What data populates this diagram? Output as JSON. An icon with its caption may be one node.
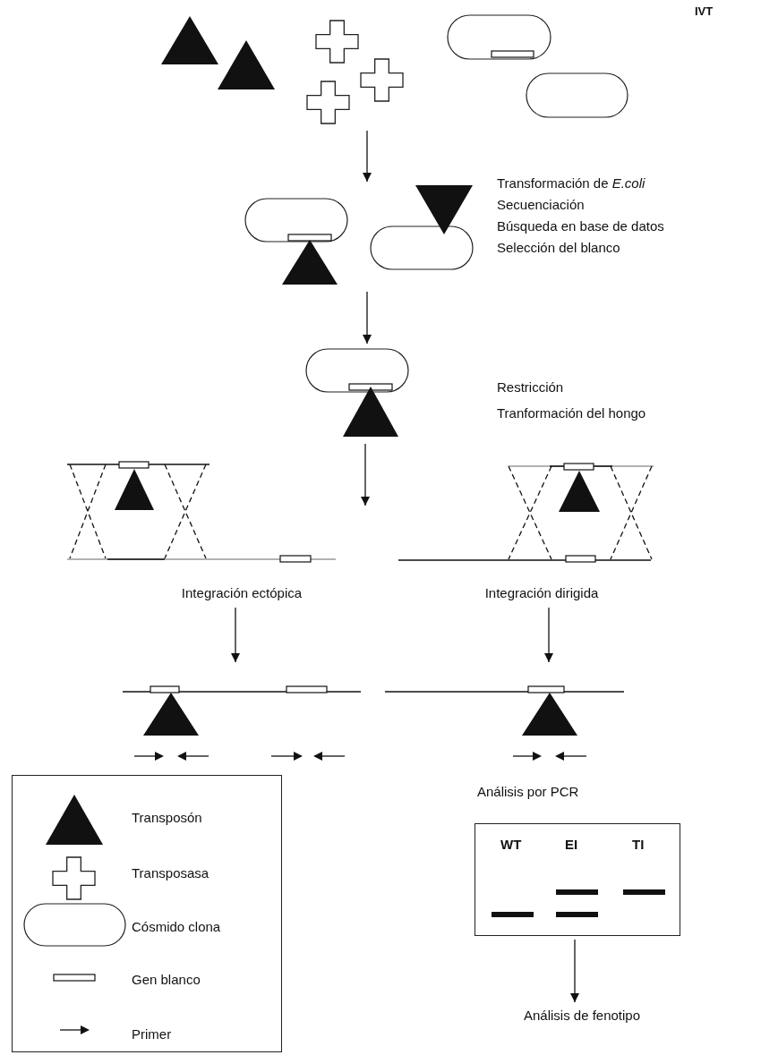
{
  "diagram": {
    "nodes": [
      {
        "text": [],
        "shape": "picture"
      },
      {
        "text": [],
        "shape": "picture"
      },
      {
        "text": [],
        "shape": "picture"
      },
      {
        "text": [],
        "shape": "picture"
      },
      {
        "text": [
          "Integración ectópica"
        ]
      },
      {
        "text": [],
        "shape": "picture"
      },
      {
        "text": [
          "Integración dirigida"
        ]
      },
      {
        "text": [],
        "shape": "picture"
      },
      {
        "text": [],
        "shape": "picture"
      },
      {
        "text": [
          "WT",
          "EI",
          "TI"
        ]
      },
      {
        "text": [
          "Análisis de fenotipo"
        ]
      }
    ],
    "edges": [
      {
        "from": 0,
        "to": 1,
        "arrow": "to"
      },
      {
        "from": 1,
        "to": 2,
        "arrow": "to"
      },
      {
        "from": 2,
        "to": null,
        "arrow": "to"
      },
      {
        "from": 4,
        "to": 7,
        "arrow": "to"
      },
      {
        "from": 6,
        "to": 8,
        "arrow": "to"
      },
      {
        "from": 9,
        "to": 10,
        "arrow": "to"
      }
    ],
    "labels": [
      "IVT",
      "Transformación de *E.coli*",
      "Secuenciación",
      "Búsqueda en base de datos",
      "Selección del blanco",
      "Restricción",
      "Tranformación del hongo",
      "Análisis por PCR"
    ],
    "legend": [
      {
        "text": "Transposón"
      },
      {
        "text": "Transposasa"
      },
      {
        "text": "Cósmido clona"
      },
      {
        "text": "Gen blanco"
      },
      {
        "text": "Primer"
      }
    ]
  }
}
